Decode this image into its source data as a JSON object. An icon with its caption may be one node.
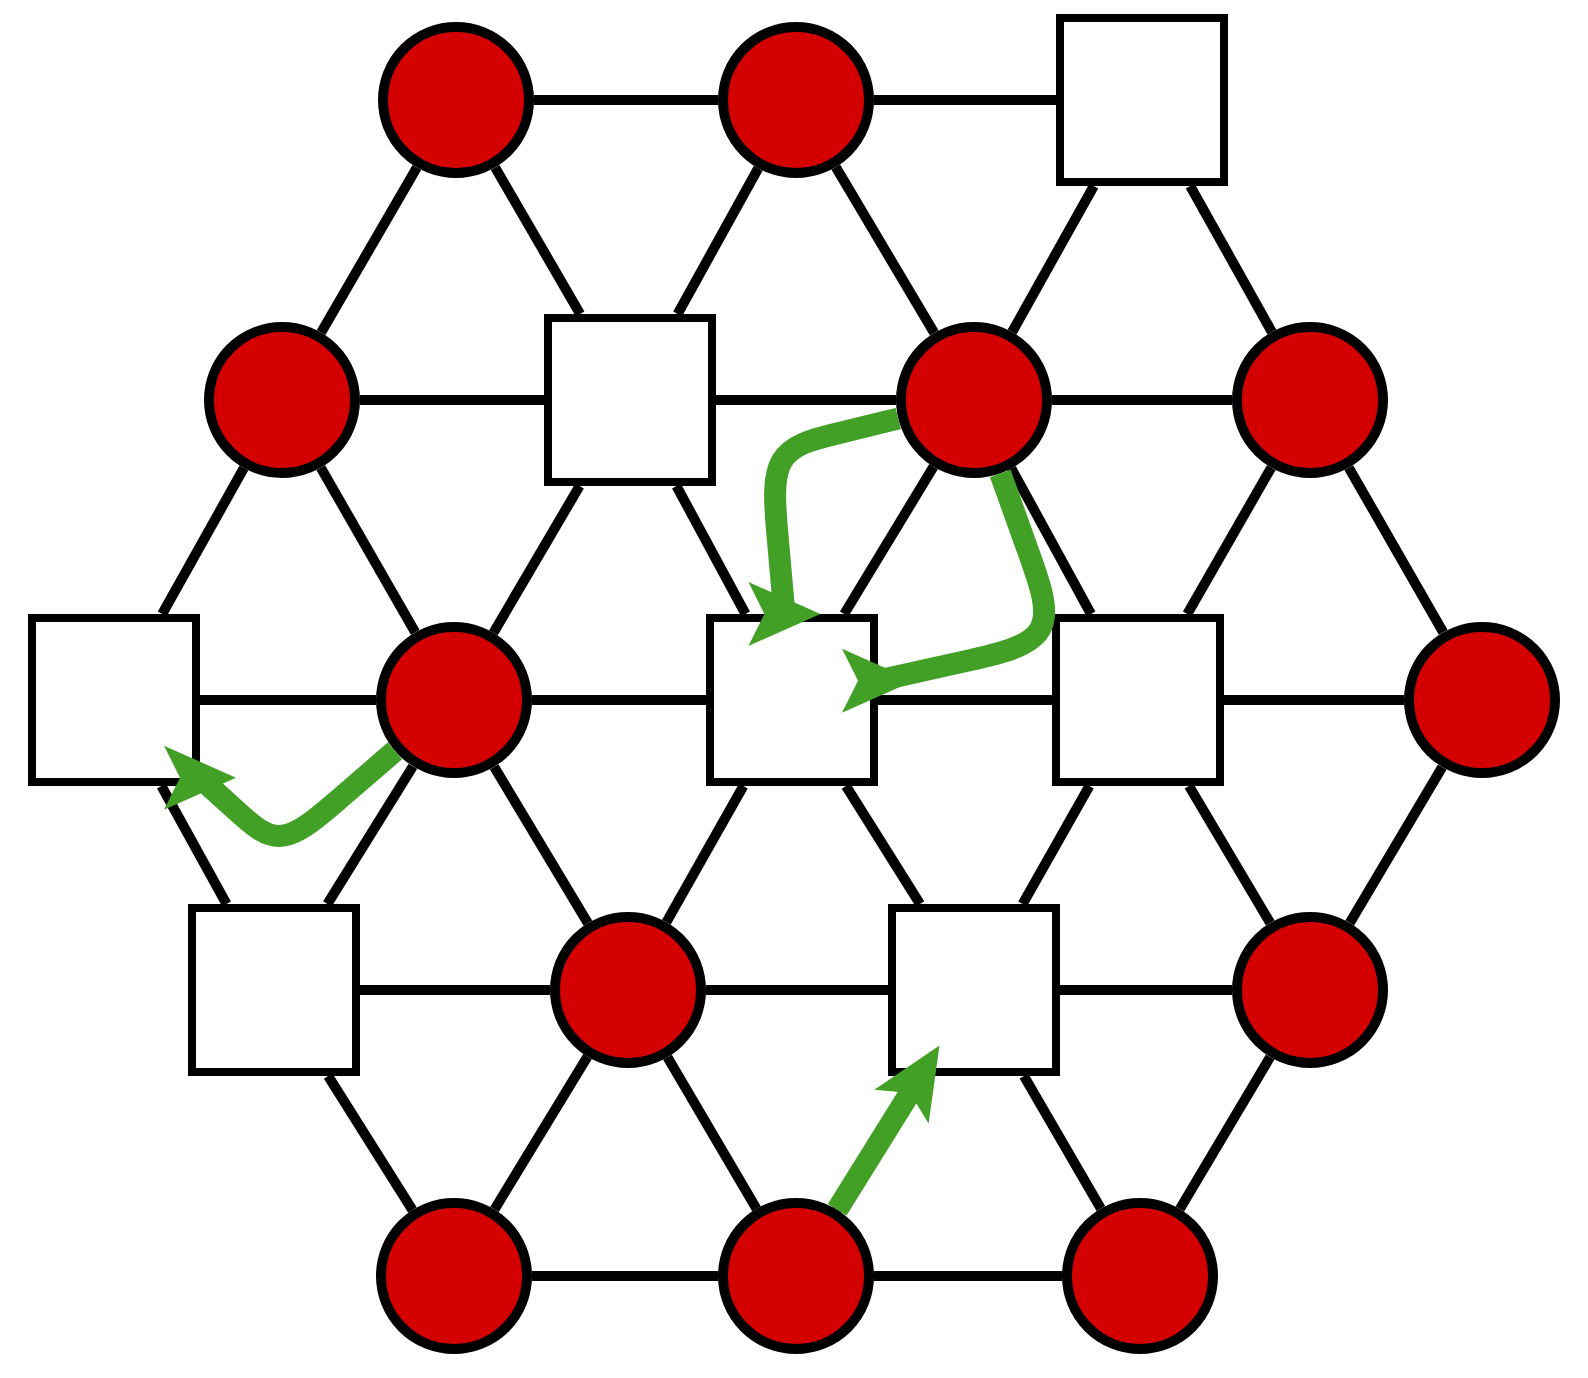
{
  "diagram": {
    "nodes": [
      {
        "text": [],
        "shape": "circle"
      },
      {
        "text": [],
        "shape": "circle"
      },
      {
        "text": [],
        "shape": "box"
      },
      {
        "text": [],
        "shape": "circle"
      },
      {
        "text": [],
        "shape": "box"
      },
      {
        "text": [],
        "shape": "circle"
      },
      {
        "text": [],
        "shape": "circle"
      },
      {
        "text": [],
        "shape": "box"
      },
      {
        "text": [],
        "shape": "circle"
      },
      {
        "text": [],
        "shape": "box"
      },
      {
        "text": [],
        "shape": "box"
      },
      {
        "text": [],
        "shape": "circle"
      },
      {
        "text": [],
        "shape": "box"
      },
      {
        "text": [],
        "shape": "circle"
      },
      {
        "text": [],
        "shape": "box"
      },
      {
        "text": [],
        "shape": "circle"
      },
      {
        "text": [],
        "shape": "circle"
      },
      {
        "text": [],
        "shape": "circle"
      },
      {
        "text": [],
        "shape": "circle"
      }
    ],
    "edges": [
      {
        "from": 0,
        "to": 1,
        "arrow": "none"
      },
      {
        "from": 1,
        "to": 2,
        "arrow": "none"
      },
      {
        "from": 3,
        "to": 4,
        "arrow": "none"
      },
      {
        "from": 4,
        "to": 5,
        "arrow": "none"
      },
      {
        "from": 5,
        "to": 6,
        "arrow": "none"
      },
      {
        "from": 7,
        "to": 8,
        "arrow": "none"
      },
      {
        "from": 8,
        "to": 9,
        "arrow": "none"
      },
      {
        "from": 9,
        "to": 10,
        "arrow": "none"
      },
      {
        "from": 10,
        "to": 11,
        "arrow": "none"
      },
      {
        "from": 12,
        "to": 13,
        "arrow": "none"
      },
      {
        "from": 13,
        "to": 14,
        "arrow": "none"
      },
      {
        "from": 14,
        "to": 15,
        "arrow": "none"
      },
      {
        "from": 16,
        "to": 17,
        "arrow": "none"
      },
      {
        "from": 17,
        "to": 18,
        "arrow": "none"
      },
      {
        "from": 0,
        "to": 3,
        "arrow": "none"
      },
      {
        "from": 0,
        "to": 4,
        "arrow": "none"
      },
      {
        "from": 1,
        "to": 4,
        "arrow": "none"
      },
      {
        "from": 1,
        "to": 5,
        "arrow": "none"
      },
      {
        "from": 2,
        "to": 5,
        "arrow": "none"
      },
      {
        "from": 2,
        "to": 6,
        "arrow": "none"
      },
      {
        "from": 3,
        "to": 7,
        "arrow": "none"
      },
      {
        "from": 3,
        "to": 8,
        "arrow": "none"
      },
      {
        "from": 4,
        "to": 8,
        "arrow": "none"
      },
      {
        "from": 4,
        "to": 9,
        "arrow": "none"
      },
      {
        "from": 5,
        "to": 9,
        "arrow": "none"
      },
      {
        "from": 5,
        "to": 10,
        "arrow": "none"
      },
      {
        "from": 6,
        "to": 10,
        "arrow": "none"
      },
      {
        "from": 6,
        "to": 11,
        "arrow": "none"
      },
      {
        "from": 7,
        "to": 12,
        "arrow": "none"
      },
      {
        "from": 8,
        "to": 12,
        "arrow": "none"
      },
      {
        "from": 8,
        "to": 13,
        "arrow": "none"
      },
      {
        "from": 9,
        "to": 13,
        "arrow": "none"
      },
      {
        "from": 9,
        "to": 14,
        "arrow": "none"
      },
      {
        "from": 10,
        "to": 14,
        "arrow": "none"
      },
      {
        "from": 10,
        "to": 15,
        "arrow": "none"
      },
      {
        "from": 11,
        "to": 15,
        "arrow": "none"
      },
      {
        "from": 12,
        "to": 16,
        "arrow": "none"
      },
      {
        "from": 13,
        "to": 16,
        "arrow": "none"
      },
      {
        "from": 13,
        "to": 17,
        "arrow": "none"
      },
      {
        "from": 14,
        "to": 17,
        "arrow": "none"
      },
      {
        "from": 14,
        "to": 18,
        "arrow": "none"
      },
      {
        "from": 15,
        "to": 18,
        "arrow": "none"
      },
      {
        "from": 8,
        "to": 7,
        "arrow": "to",
        "style": "thick",
        "color": "#43a027"
      },
      {
        "from": 5,
        "to": 9,
        "arrow": "to",
        "style": "thick",
        "color": "#43a027"
      },
      {
        "from": 5,
        "to": 9,
        "arrow": "to",
        "style": "thick",
        "color": "#43a027"
      },
      {
        "from": 17,
        "to": 14,
        "arrow": "to",
        "style": "thick",
        "color": "#43a027"
      }
    ]
  }
}
